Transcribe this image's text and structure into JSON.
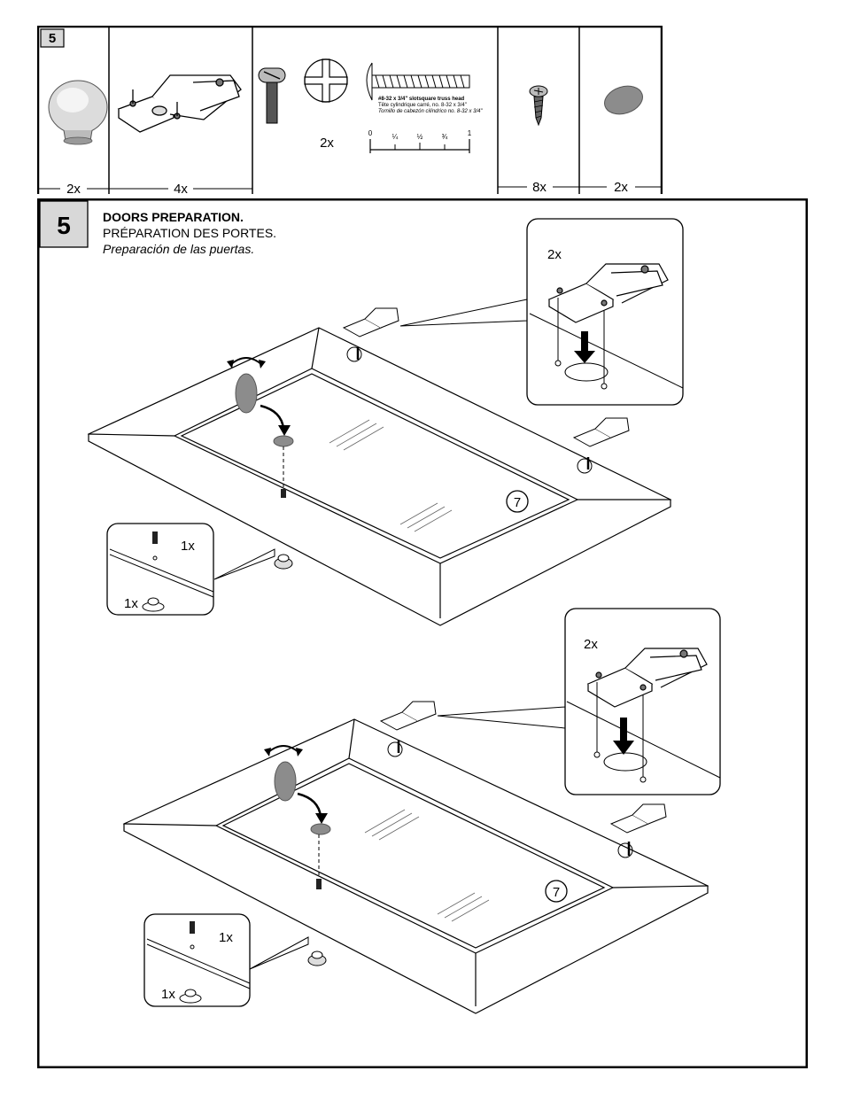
{
  "parts_table": {
    "step_number": "5",
    "cells": [
      {
        "name": "knob",
        "quantity": "2x"
      },
      {
        "name": "hinge",
        "quantity": "4x"
      },
      {
        "name": "truss-head-screw",
        "quantity": "2x",
        "spec_en": "#8-32 x 3/4\" slotsquare truss head",
        "spec_fr": "Tête cylindrique carré, no. 8-32 x 3/4\"",
        "spec_es": "Tornillo de cabezón cilíndrico no. 8-32 x 3/4\"",
        "ruler": [
          "0",
          "¼",
          "½",
          "¾",
          "1"
        ]
      },
      {
        "name": "wood-screw",
        "quantity": "8x"
      },
      {
        "name": "felt-pad",
        "quantity": "2x"
      }
    ]
  },
  "step": {
    "number": "5",
    "title_en": "DOORS PREPARATION.",
    "title_fr": "PRÉPARATION DES PORTES.",
    "title_es": "Preparación de las puertas.",
    "door_top": {
      "hinge_qty": "2x",
      "screw_qty": "1x",
      "knob_qty": "1x",
      "part_ref": "7"
    },
    "door_bottom": {
      "hinge_qty": "2x",
      "screw_qty": "1x",
      "knob_qty": "1x",
      "part_ref": "7"
    }
  },
  "colors": {
    "line": "#000000",
    "shade": "#c8c8c8",
    "pad": "#8c8c8c"
  }
}
